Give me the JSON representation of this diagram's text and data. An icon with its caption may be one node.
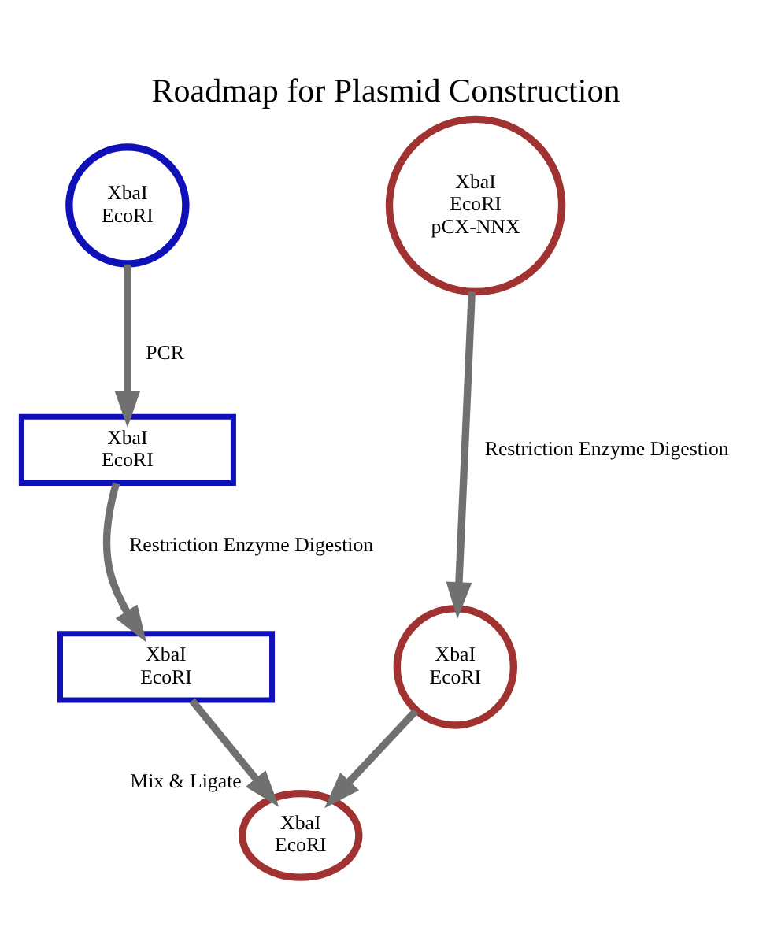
{
  "diagram": {
    "title": "Roadmap for Plasmid Construction",
    "nodes": [
      {
        "text": [
          "XbaI",
          "EcoRI"
        ]
      },
      {
        "text": [
          "XbaI",
          "EcoRI",
          "pCX-NNX"
        ]
      },
      {
        "text": [
          "XbaI",
          "EcoRI"
        ]
      },
      {
        "text": [
          "XbaI",
          "EcoRI"
        ]
      },
      {
        "text": [
          "XbaI",
          "EcoRI"
        ]
      },
      {
        "text": [
          "XbaI",
          "EcoRI"
        ],
        "beside": [
          "Mix & Ligate"
        ]
      }
    ],
    "edges": [
      {
        "from": 0,
        "to": 2,
        "arrow": "to",
        "label": "PCR"
      },
      {
        "from": 2,
        "to": 3,
        "arrow": "to",
        "label": "Restriction Enzyme Digestion"
      },
      {
        "from": 1,
        "to": 4,
        "arrow": "to",
        "label": "Restriction Enzyme Digestion"
      },
      {
        "from": 3,
        "to": 5,
        "arrow": "to"
      },
      {
        "from": 4,
        "to": 5,
        "arrow": "to"
      }
    ]
  }
}
